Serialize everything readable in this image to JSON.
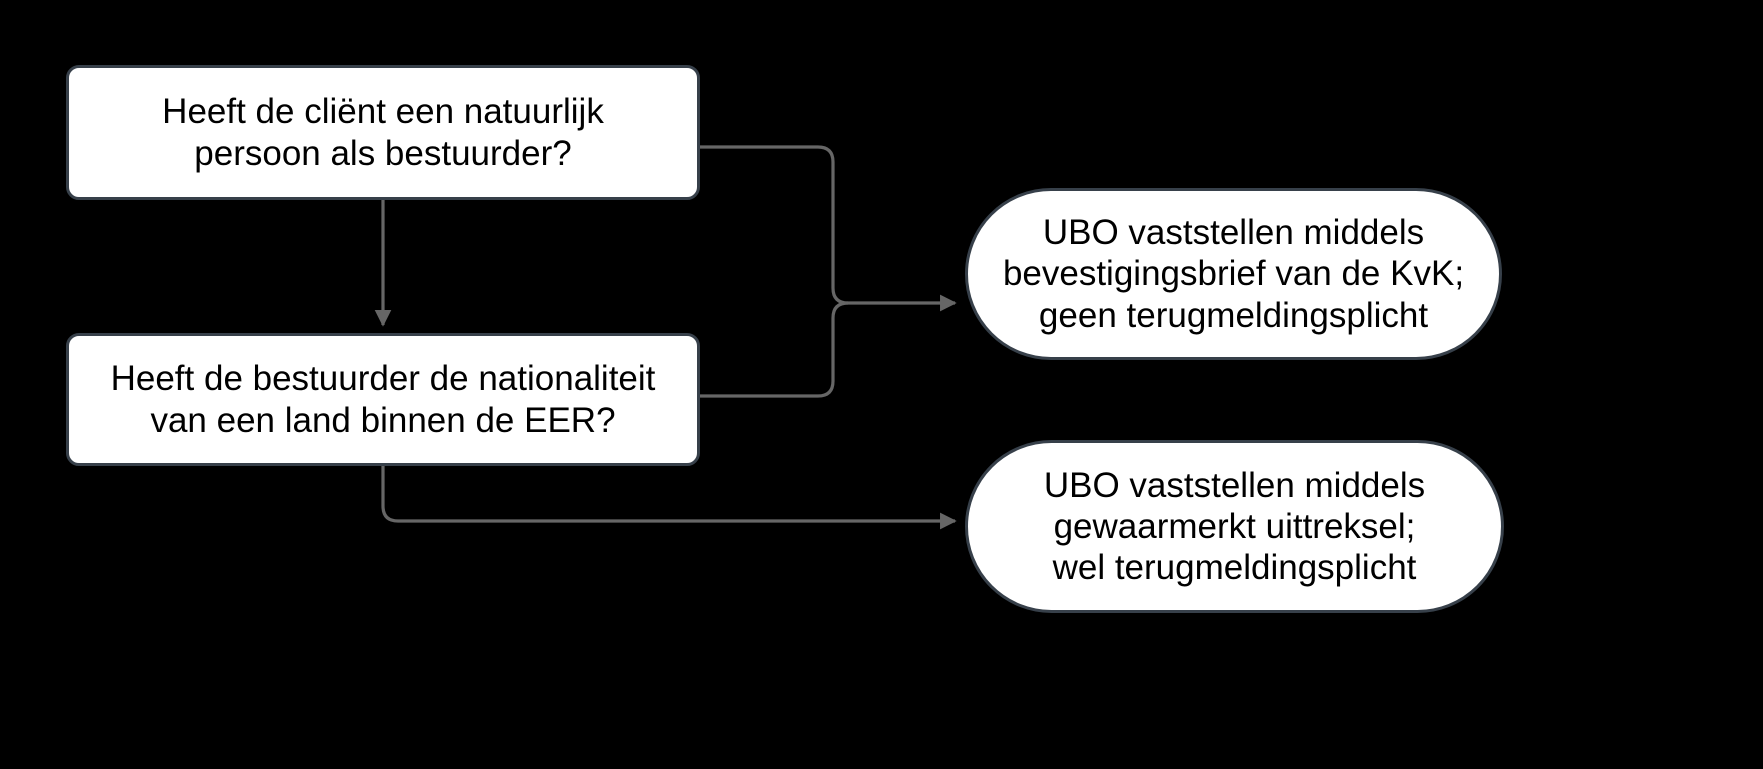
{
  "diagram": {
    "background_color": "#000000",
    "node_fill": "#ffffff",
    "node_border_color": "#37404a",
    "edge_color": "#666666",
    "text_color": "#000000",
    "nodes": [
      {
        "id": "question-bestuurder",
        "shape": "rounded-rectangle",
        "label": "Heeft de cliënt een natuurlijk\npersoon als bestuurder?"
      },
      {
        "id": "question-eer",
        "shape": "rounded-rectangle",
        "label": "Heeft de bestuurder de nationaliteit\nvan een land binnen de EER?"
      },
      {
        "id": "outcome-kvk",
        "shape": "stadium",
        "label": "UBO vaststellen middels\nbevestigingsbrief van de KvK;\ngeen terugmeldingsplicht"
      },
      {
        "id": "outcome-uittreksel",
        "shape": "stadium",
        "label": "UBO vaststellen middels\ngewaarmerkt uittreksel;\nwel terugmeldingsplicht"
      }
    ],
    "edges": [
      {
        "id": "edge-bestuurder-to-eer",
        "from": "question-bestuurder",
        "to": "question-eer",
        "label": ""
      },
      {
        "id": "edge-bestuurder-to-kvk",
        "from": "question-bestuurder",
        "to": "outcome-kvk",
        "label": ""
      },
      {
        "id": "edge-eer-to-kvk",
        "from": "question-eer",
        "to": "outcome-kvk",
        "label": ""
      },
      {
        "id": "edge-eer-to-uittreksel",
        "from": "question-eer",
        "to": "outcome-uittreksel",
        "label": ""
      }
    ]
  }
}
